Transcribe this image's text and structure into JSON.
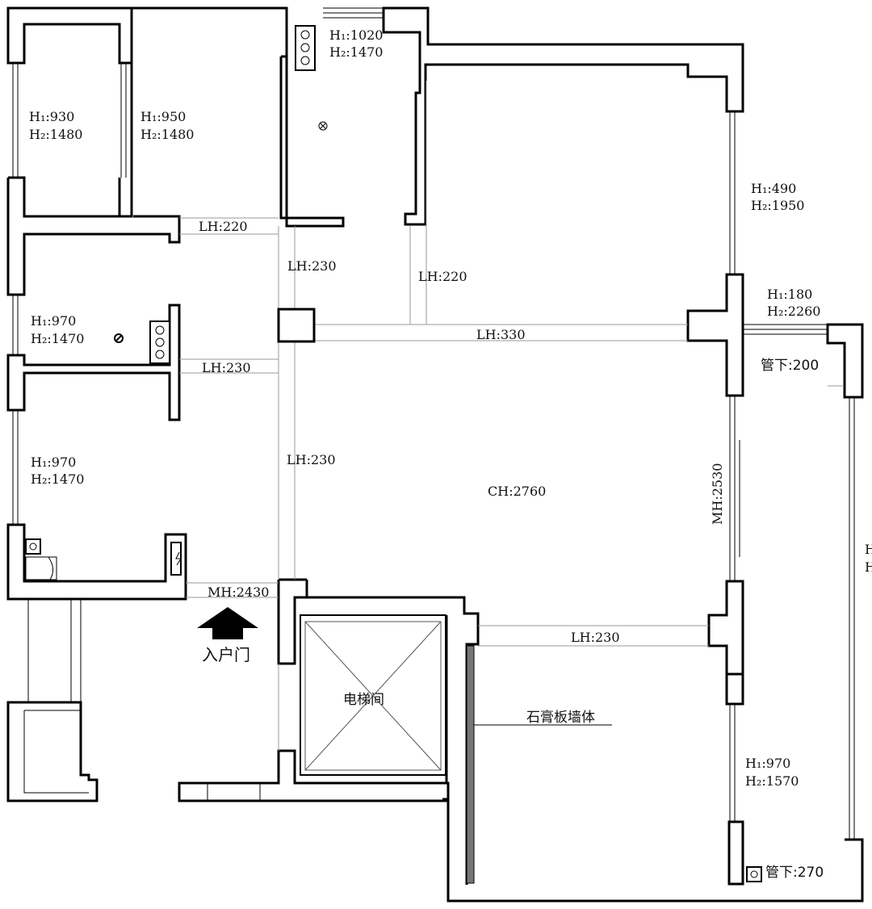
{
  "windows": [
    {
      "id": "w1",
      "h1": "H₁:930",
      "h2": "H₂:1480"
    },
    {
      "id": "w2",
      "h1": "H₁:950",
      "h2": "H₂:1480"
    },
    {
      "id": "w3",
      "h1": "H₁:1020",
      "h2": "H₂:1470"
    },
    {
      "id": "w4",
      "h1": "H₁:490",
      "h2": "H₂:1950"
    },
    {
      "id": "w5",
      "h1": "H₁:970",
      "h2": "H₂:1470"
    },
    {
      "id": "w6",
      "h1": "H₁:180",
      "h2": "H₂:2260"
    },
    {
      "id": "w7",
      "h1": "H₁:970",
      "h2": "H₂:1470"
    },
    {
      "id": "w8",
      "h1": "H₁:970",
      "h2": "H₂:1570"
    }
  ],
  "beams": {
    "lh220_a": "LH:220",
    "lh230_a": "LH:230",
    "lh220_b": "LH:220",
    "lh330": "LH:330",
    "lh230_b": "LH:230",
    "lh230_c": "LH:230",
    "lh230_d": "LH:230"
  },
  "heights": {
    "ch": "CH:2760",
    "mh_entry": "MH:2430",
    "mh_side": "MH:2530"
  },
  "pipes": {
    "pipe_top": "管下:200",
    "pipe_bottom": "管下:270"
  },
  "rooms": {
    "entry_door": "入户门",
    "elevator": "电梯间",
    "gypsum_wall": "石膏板墙体"
  },
  "edge_fragments": [
    "H",
    "H"
  ]
}
